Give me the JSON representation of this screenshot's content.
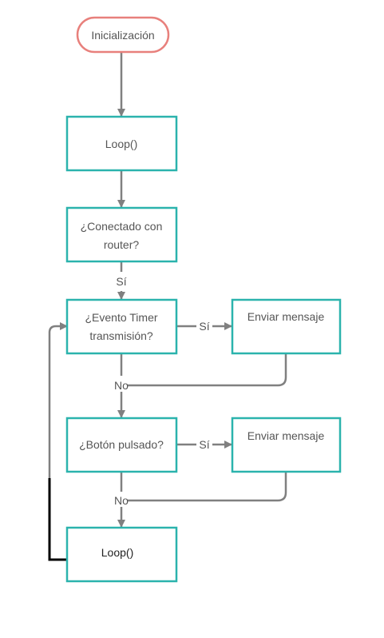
{
  "colors": {
    "start_border": "#e8807c",
    "box_border": "#2bb3ad",
    "connector": "#808080",
    "feedback": "#000000",
    "text": "#555555"
  },
  "nodes": {
    "start": "Inicialización",
    "loop_top": "Loop()",
    "connected_line1": "¿Conectado con",
    "connected_line2": "router?",
    "timer_line1": "¿Evento Timer",
    "timer_line2": "transmisión?",
    "send_1": "Enviar mensaje",
    "button": "¿Botón pulsado?",
    "send_2": "Enviar mensaje",
    "loop_bottom": "Loop()"
  },
  "edges": {
    "connected_yes": "Sí",
    "timer_yes": "Sí",
    "timer_no": "No",
    "button_yes": "Sí",
    "button_no": "No"
  }
}
